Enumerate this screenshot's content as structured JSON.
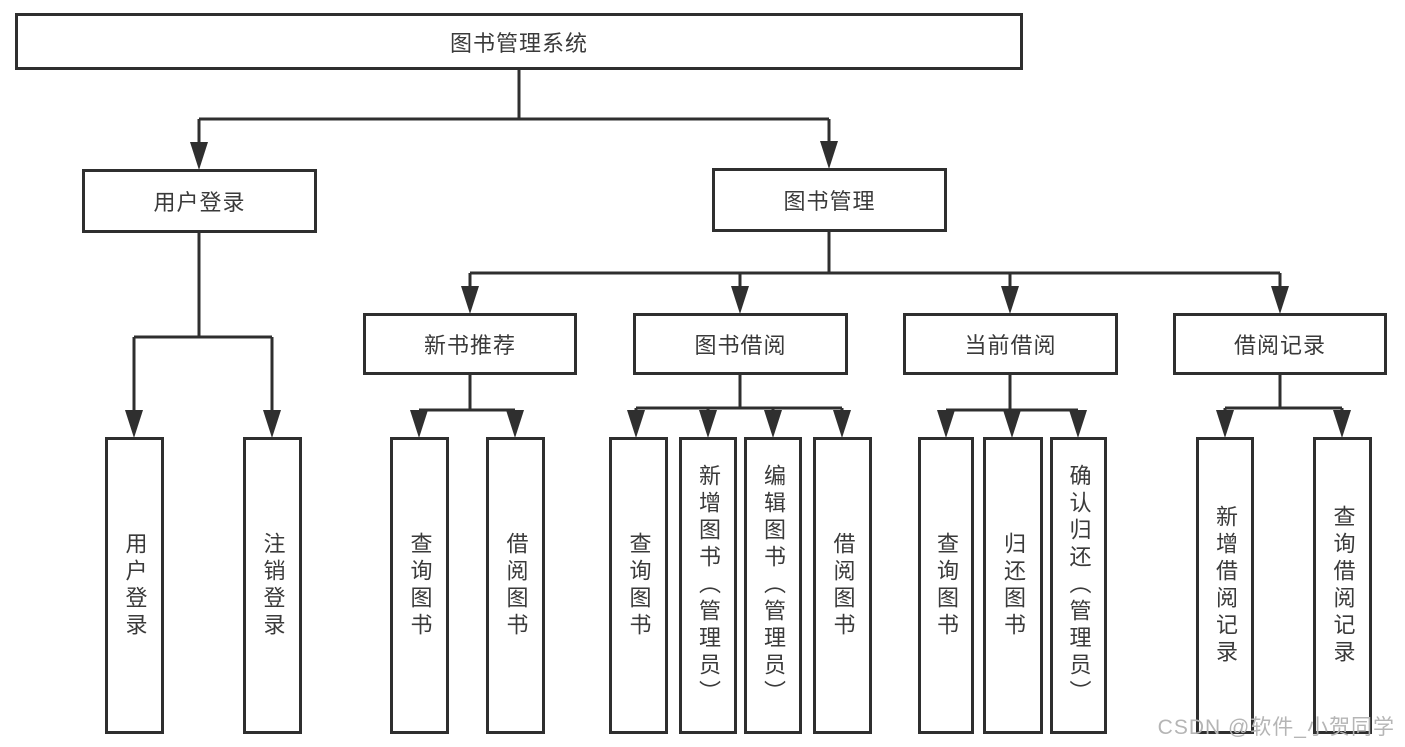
{
  "diagram": {
    "type": "hierarchy-tree",
    "levels": 4,
    "colors": {
      "background": "#ffffff",
      "line": "#2f2f2f",
      "box_border": "#2f2f2f",
      "text": "#3a3a3a",
      "watermark": "#b5b5b5"
    }
  },
  "nodes": {
    "root": {
      "label": "图书管理系统"
    },
    "user_login": {
      "label": "用户登录"
    },
    "book_management": {
      "label": "图书管理"
    },
    "new_book_recommend": {
      "label": "新书推荐"
    },
    "book_borrowing": {
      "label": "图书借阅"
    },
    "current_borrowing": {
      "label": "当前借阅"
    },
    "borrowing_records": {
      "label": "借阅记录"
    },
    "leaf_user_login": {
      "label": "用户登录"
    },
    "leaf_logout": {
      "label": "注销登录"
    },
    "leaf_query_books_1": {
      "label": "查询图书"
    },
    "leaf_borrow_books_1": {
      "label": "借阅图书"
    },
    "leaf_query_books_2": {
      "label": "查询图书"
    },
    "leaf_add_books_admin": {
      "label": "新增图书（管理员）"
    },
    "leaf_edit_books_admin": {
      "label": "编辑图书（管理员）"
    },
    "leaf_borrow_books_2": {
      "label": "借阅图书"
    },
    "leaf_query_books_3": {
      "label": "查询图书"
    },
    "leaf_return_books": {
      "label": "归还图书"
    },
    "leaf_confirm_return_admin": {
      "label": "确认归还（管理员）"
    },
    "leaf_add_borrow_record": {
      "label": "新增借阅记录"
    },
    "leaf_query_borrow_record": {
      "label": "查询借阅记录"
    }
  },
  "watermark": {
    "text": "CSDN @软件_小贺同学"
  }
}
